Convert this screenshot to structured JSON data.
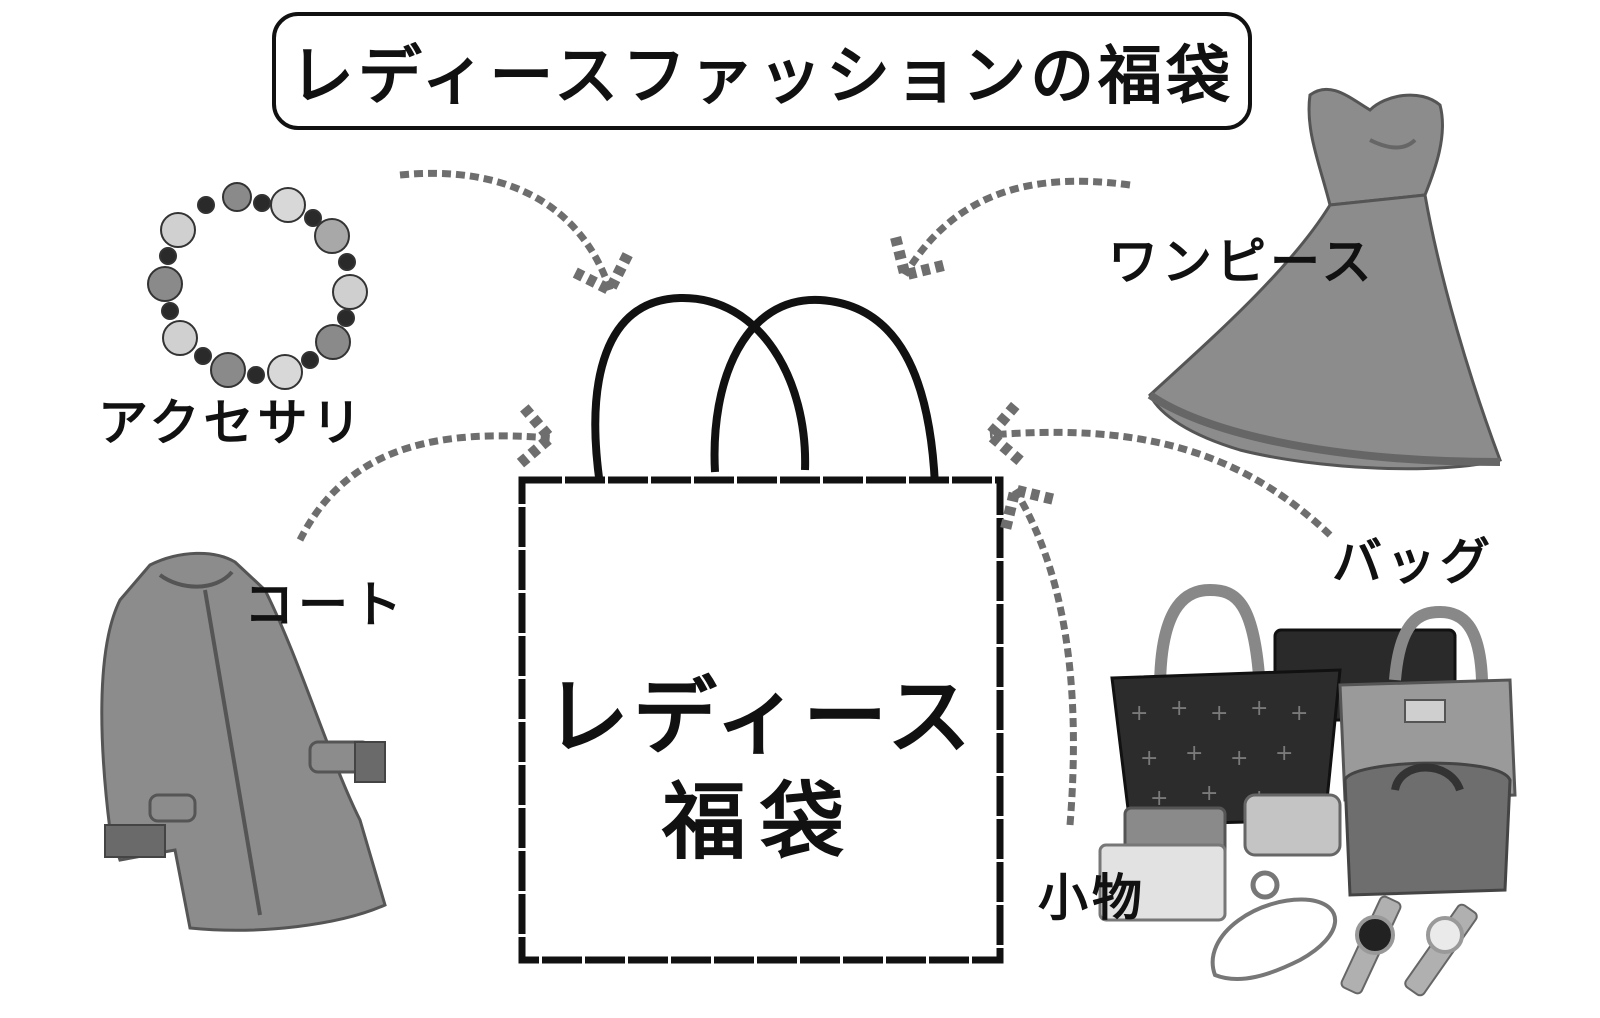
{
  "title": "レディースファッションの福袋",
  "bag": {
    "line1": "レディース",
    "line2": "福袋"
  },
  "items": {
    "accessory": "アクセサリ",
    "coat": "コート",
    "dress": "ワンピース",
    "bag": "バッグ",
    "small_goods": "小物"
  },
  "colors": {
    "line": "#111111",
    "arrow": "#6e6e6e",
    "item_gray": "#8c8c8c",
    "item_dark": "#3a3a3a"
  }
}
